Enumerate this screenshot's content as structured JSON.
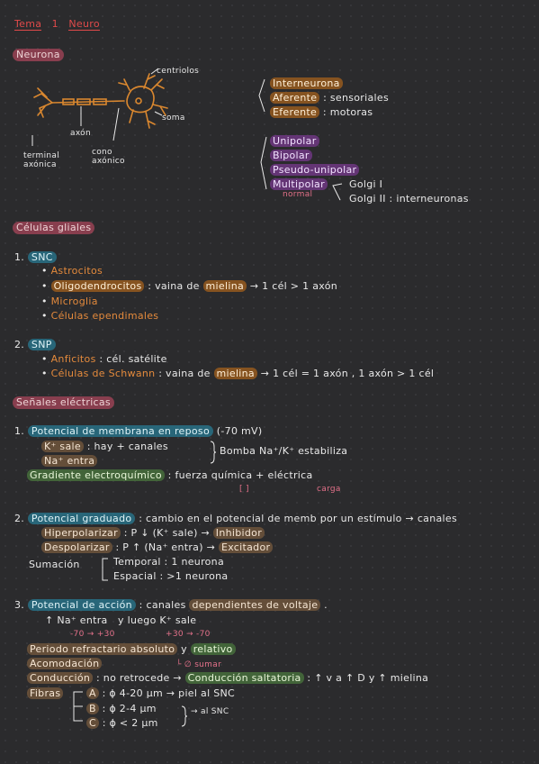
{
  "title": {
    "t1": "Tema",
    "t2": "1",
    "t3": "Neuro"
  },
  "neurona": {
    "header": "Neurona",
    "labels": {
      "centriolos": "centriolos",
      "soma": "soma",
      "axon": "axón",
      "terminal": "terminal",
      "axonica": "axónica",
      "cono": "cono",
      "axonico": "axónico"
    },
    "types_by_function": [
      "Interneurona",
      "Aferente",
      "Eferente"
    ],
    "fn_desc": {
      "aferente": ": sensoriales",
      "eferente": ": motoras"
    },
    "types_by_shape": [
      "Unipolar",
      "Bipolar",
      "Pseudo-unipolar",
      "Multipolar"
    ],
    "normal": "normal",
    "golgi1": "Golgi I",
    "golgi2": "Golgi II",
    "golgi2_desc": ": interneuronas"
  },
  "glia": {
    "header": "Células gliales",
    "snc": {
      "num": "1.",
      "label": "SNC",
      "items": [
        "Astrocitos",
        "Oligodendrocitos",
        "Microglia",
        "Células ependimales"
      ],
      "oligo_desc": ": vaina de",
      "mielina": "mielina",
      "oligo_rel": "→ 1 cél > 1 axón"
    },
    "snp": {
      "num": "2.",
      "label": "SNP",
      "anficitos": "Anficitos",
      "anficitos_desc": ": cél. satélite",
      "schwann": "Células de Schwann",
      "schwann_desc": ": vaina de",
      "mielina": "mielina",
      "schwann_rel": "→ 1 cél = 1 axón , 1 axón > 1 cél"
    }
  },
  "senales": {
    "header": "Señales eléctricas",
    "reposo": {
      "num": "1.",
      "label": "Potencial de membrana en reposo",
      "value": "(-70 mV)",
      "k": "K⁺ sale",
      "k_desc": ": hay + canales",
      "na": "Na⁺ entra",
      "bomba": "Bomba Na⁺/K⁺ estabiliza",
      "gradiente": "Gradiente electroquímico",
      "gradiente_desc": ": fuerza química + eléctrica",
      "bracket": "[ ]",
      "carga": "carga"
    },
    "graduado": {
      "num": "2.",
      "label": "Potencial graduado",
      "desc": ": cambio en el potencial de memb por un estímulo → canales",
      "hiper": "Hiperpolarizar",
      "hiper_desc": ": P ↓ (K⁺ sale) →",
      "inhib": "Inhibidor",
      "despo": "Despolarizar",
      "despo_desc": ": P ↑ (Na⁺ entra) →",
      "excit": "Excitador",
      "sumacion": "Sumación",
      "temporal": "Temporal : 1 neurona",
      "espacial": "Espacial : >1 neurona"
    },
    "accion": {
      "num": "3.",
      "label": "Potencial de acción",
      "desc": ": canales",
      "dep": "dependientes de voltaje",
      "na": "↑ Na⁺ entra",
      "luego": "y luego",
      "k": "K⁺",
      "sale": "sale",
      "range1": "-70 → +30",
      "range2": "+30 → -70",
      "refr": "Periodo refractario absoluto",
      "y": "y",
      "rel": "relativo",
      "acom": "Acomodación",
      "sumar": "∅ sumar",
      "cond": "Conducción",
      "cond_desc": ": no retrocede →",
      "salt": "Conducción saltatoria",
      "salt_desc": ": ↑ v a ↑ D y ↑ mielina",
      "fibras": "Fibras",
      "fa": "A",
      "fa_desc": ": ϕ 4-20 µm → piel al SNC",
      "fb": "B",
      "fb_desc": ": ϕ 2-4 µm",
      "fc": "C",
      "fc_desc": ": ϕ < 2 µm",
      "fbc": "al SNC"
    }
  },
  "colors": {
    "accent_red": "#e04a4a",
    "orange": "#d9872f",
    "pink": "#a8465a",
    "teal": "#28768c"
  }
}
